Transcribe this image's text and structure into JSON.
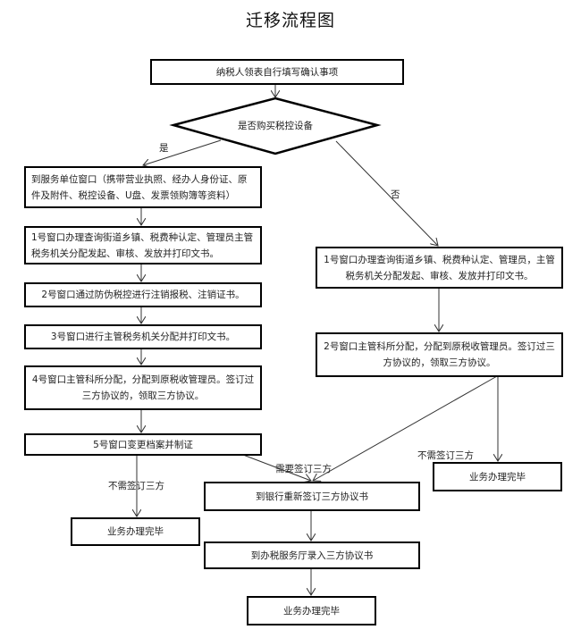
{
  "title": "迁移流程图",
  "nodes": {
    "start": "纳税人领表自行填写确认事项",
    "decision": "是否购买税控设备",
    "yes_service_window": "到服务单位窗口（携带营业执照、经办人身份证、原件及附件、税控设备、U盘、发票领购簿等资料）",
    "yes_window1": "1号窗口办理查询街道乡镇、税费种认定、管理员主管税务机关分配发起、审核、发放并打印文书。",
    "yes_window2": "2号窗口通过防伪税控进行注销报税、注销证书。",
    "yes_window3": "3号窗口进行主管税务机关分配并打印文书。",
    "yes_window4": "4号窗口主管科所分配，分配到原税收管理员。签订过三方协议的，领取三方协议。",
    "yes_window5": "5号窗口变更档案并制证",
    "no_window1": "1号窗口办理查询街道乡镇、税费种认定、管理员，主管税务机关分配发起、审核、发放并打印文书。",
    "no_window2": "2号窗口主管科所分配，分配到原税收管理员。签订过三方协议的，领取三方协议。",
    "done_left": "业务办理完毕",
    "done_right": "业务办理完毕",
    "bank_sign": "到银行重新签订三方协议书",
    "tax_hall_entry": "到办税服务厅录入三方协议书",
    "done_final": "业务办理完毕"
  },
  "edge_labels": {
    "yes": "是",
    "no": "否",
    "no_need_left": "不需签订三方",
    "need_sign": "需要签订三方",
    "no_need_right": "不需签订三方"
  }
}
